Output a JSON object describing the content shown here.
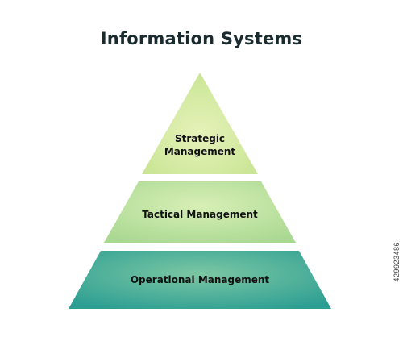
{
  "title": "Information Systems",
  "side_id": "429923486",
  "colors": {
    "title": "#1a2b2f",
    "top_tier_light": "#e6f2b9",
    "top_tier_dark": "#c7e492",
    "mid_tier_light": "#d8efb6",
    "mid_tier_dark": "#a9d891",
    "bottom_tier_light": "#7cc7a3",
    "bottom_tier_dark": "#2c9e93"
  },
  "tiers": [
    {
      "lines": [
        "Strategic",
        "Management"
      ]
    },
    {
      "lines": [
        "Tactical Management"
      ]
    },
    {
      "lines": [
        "Operational Management"
      ]
    }
  ]
}
